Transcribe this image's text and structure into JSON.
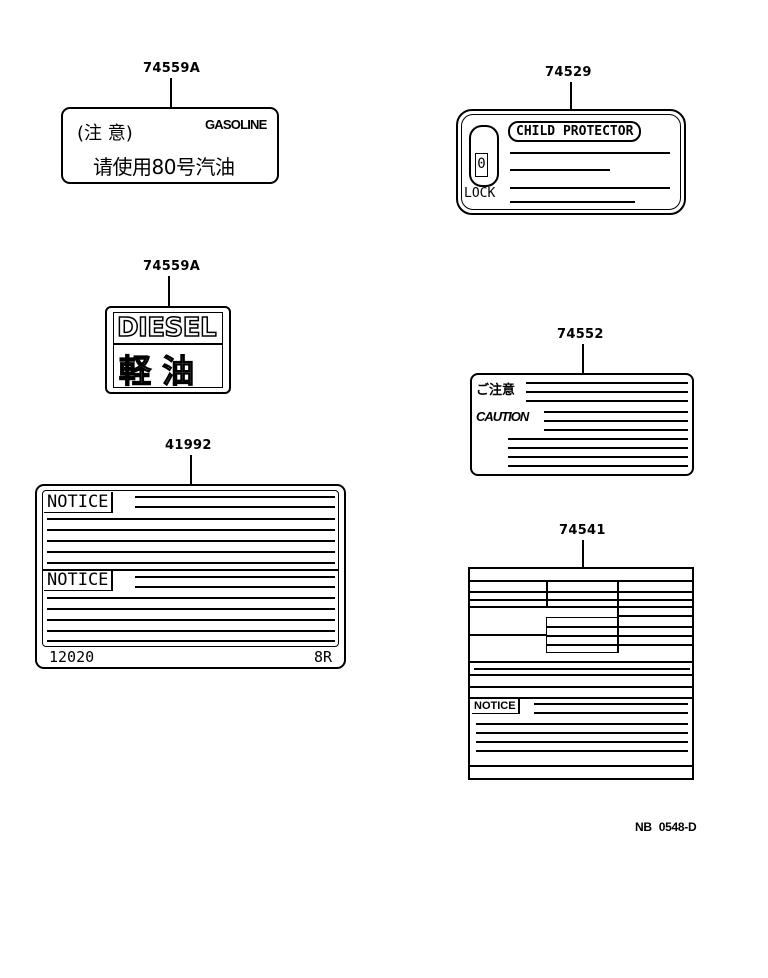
{
  "diagram": {
    "footer_code": "NB 0548-D",
    "labels": [
      {
        "part_number": "74559A",
        "type": "gasoline-label",
        "heading": "(注 意)",
        "tag": "GASOLINE",
        "body": "请使用80号汽油"
      },
      {
        "part_number": "74529",
        "type": "child-protector-label",
        "heading": "CHILD PROTECTOR",
        "lock_indicator": "0",
        "lock_text": "LOCK"
      },
      {
        "part_number": "74559A",
        "type": "diesel-label",
        "line1": "DIESEL",
        "line2": "軽 油"
      },
      {
        "part_number": "74552",
        "type": "caution-label",
        "heading_jp": "ご注意",
        "heading_en": "CAUTION"
      },
      {
        "part_number": "41992",
        "type": "notice-label",
        "notice1": "NOTICE",
        "notice2": "NOTICE",
        "code_left": "12020",
        "code_right": "8R"
      },
      {
        "part_number": "74541",
        "type": "notice-table-label",
        "notice": "NOTICE"
      }
    ]
  }
}
